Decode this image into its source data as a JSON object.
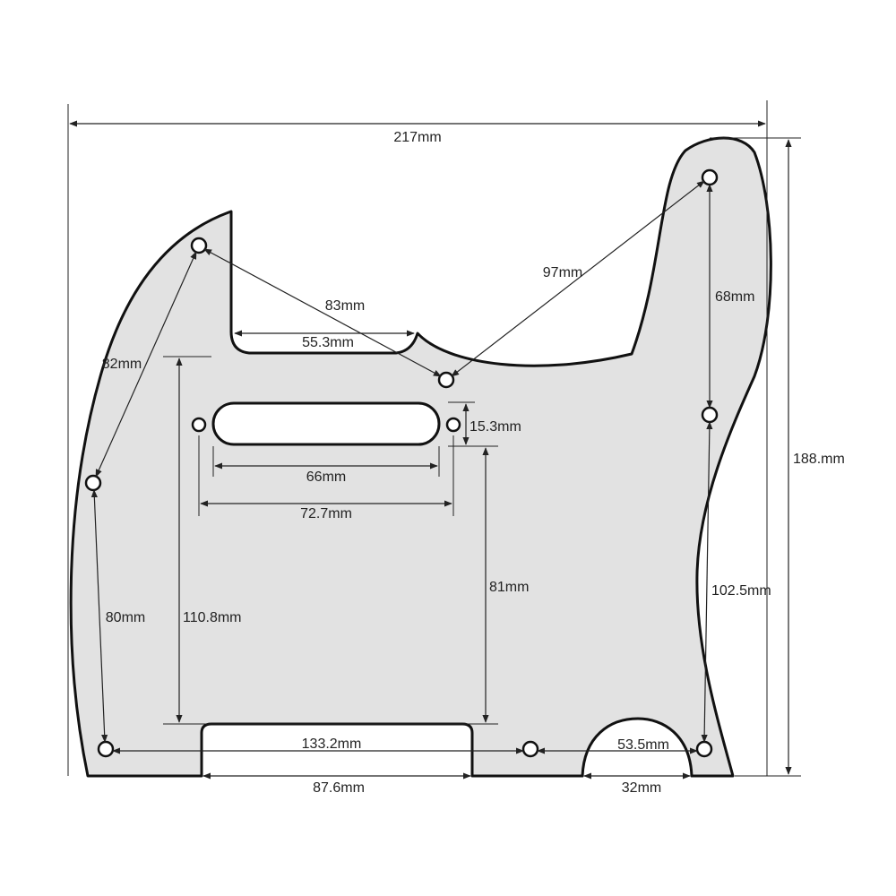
{
  "colors": {
    "plate_fill": "#e2e2e2",
    "outline": "#111111",
    "dimension_line": "#222222",
    "background": "#ffffff"
  },
  "dimensions": {
    "overall_width": "217mm",
    "overall_height": "188.mm",
    "neck_hole_span": "83mm",
    "neck_pocket_width": "55.3mm",
    "upper_horn_span": "97mm",
    "left_upper_span": "82mm",
    "right_upper_span": "68mm",
    "pickup_slot_height": "15.3mm",
    "pickup_slot_width": "66mm",
    "pickup_mount_spacing": "72.7mm",
    "left_lower_span": "80mm",
    "pocket_height": "110.8mm",
    "pickup_to_bottom": "81mm",
    "right_lower_span": "102.5mm",
    "bottom_hole_span": "133.2mm",
    "bridge_cutout_width": "87.6mm",
    "hole_to_hole_bottom_right": "53.5mm",
    "jack_cutout_width": "32mm"
  }
}
